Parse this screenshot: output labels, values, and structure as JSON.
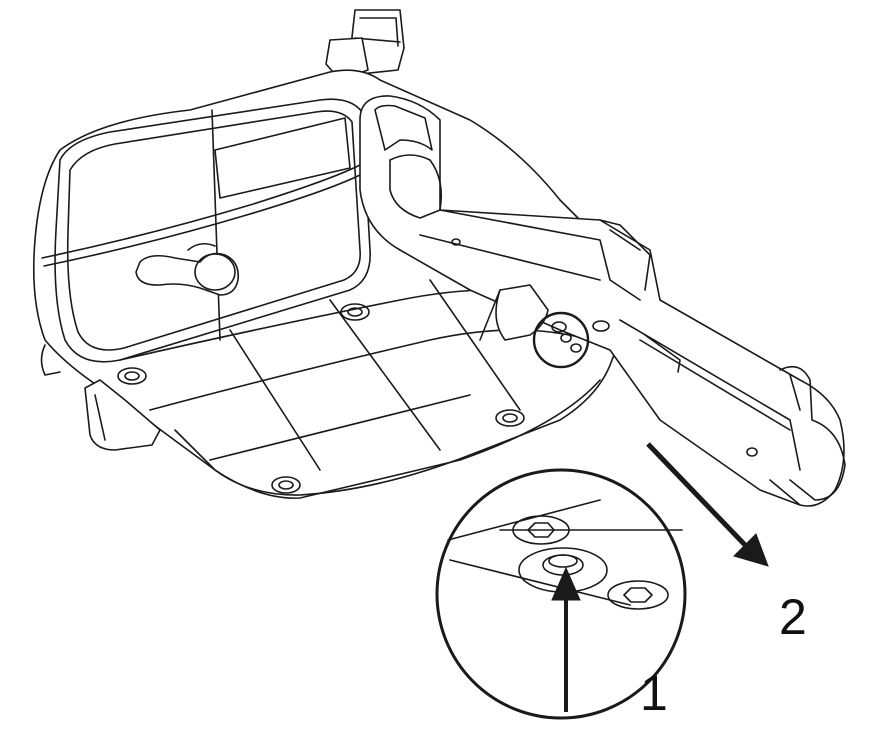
{
  "figure": {
    "callouts": [
      {
        "id": "1",
        "label": "1"
      },
      {
        "id": "2",
        "label": "2"
      }
    ],
    "colors": {
      "line": "#1a1a1a",
      "background": "#ffffff"
    },
    "icons": [
      "device-body",
      "carry-handle",
      "clamp-lever",
      "detail-magnifier-circle",
      "push-arrow",
      "pull-arrow"
    ]
  }
}
